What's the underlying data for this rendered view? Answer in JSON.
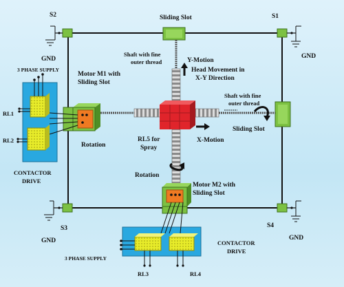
{
  "labels": {
    "s1": "S1",
    "s2": "S2",
    "s3": "S3",
    "s4": "S4",
    "gnd_tl": "GND",
    "gnd_tr": "GND",
    "gnd_bl": "GND",
    "gnd_br": "GND",
    "sliding_slot_top": "Sliding Slot",
    "sliding_slot_right": "Sliding Slot",
    "shaft_top_1": "Shaft with fine",
    "shaft_top_2": "outer thread",
    "shaft_right_1": "Shaft with fine",
    "shaft_right_2": "outer thread",
    "y_motion": "Y-Motion",
    "x_motion": "X-Motion",
    "head_move_1": "Head Movement in",
    "head_move_2": "X-Y Direction",
    "motor_m1_1": "Motor M1 with",
    "motor_m1_2": "Sliding Slot",
    "motor_m2_1": "Motor M2 with",
    "motor_m2_2": "Sliding Slot",
    "rotation_left": "Rotation",
    "rotation_bottom": "Rotation",
    "rl5_1": "RL5 for",
    "rl5_2": "Spray",
    "supply_top": "3 PHASE SUPPLY",
    "supply_bottom": "3 PHASE SUPPLY",
    "rl1": "RL1",
    "rl2": "RL2",
    "rl3": "RL3",
    "rl4": "RL4",
    "contactor_left_1": "CONTACTOR",
    "contactor_left_2": "DRIVE",
    "contactor_bottom_1": "CONTACTOR",
    "contactor_bottom_2": "DRIVE"
  },
  "colors": {
    "frame": "#111111",
    "switch_green": "#7cc142",
    "contactor_blue": "#29a8e0",
    "relay_yellow": "#e8ec2a",
    "motor_orange": "#f07a22",
    "head_red": "#e0242b",
    "shaft_gray": "#b9b9b9"
  }
}
